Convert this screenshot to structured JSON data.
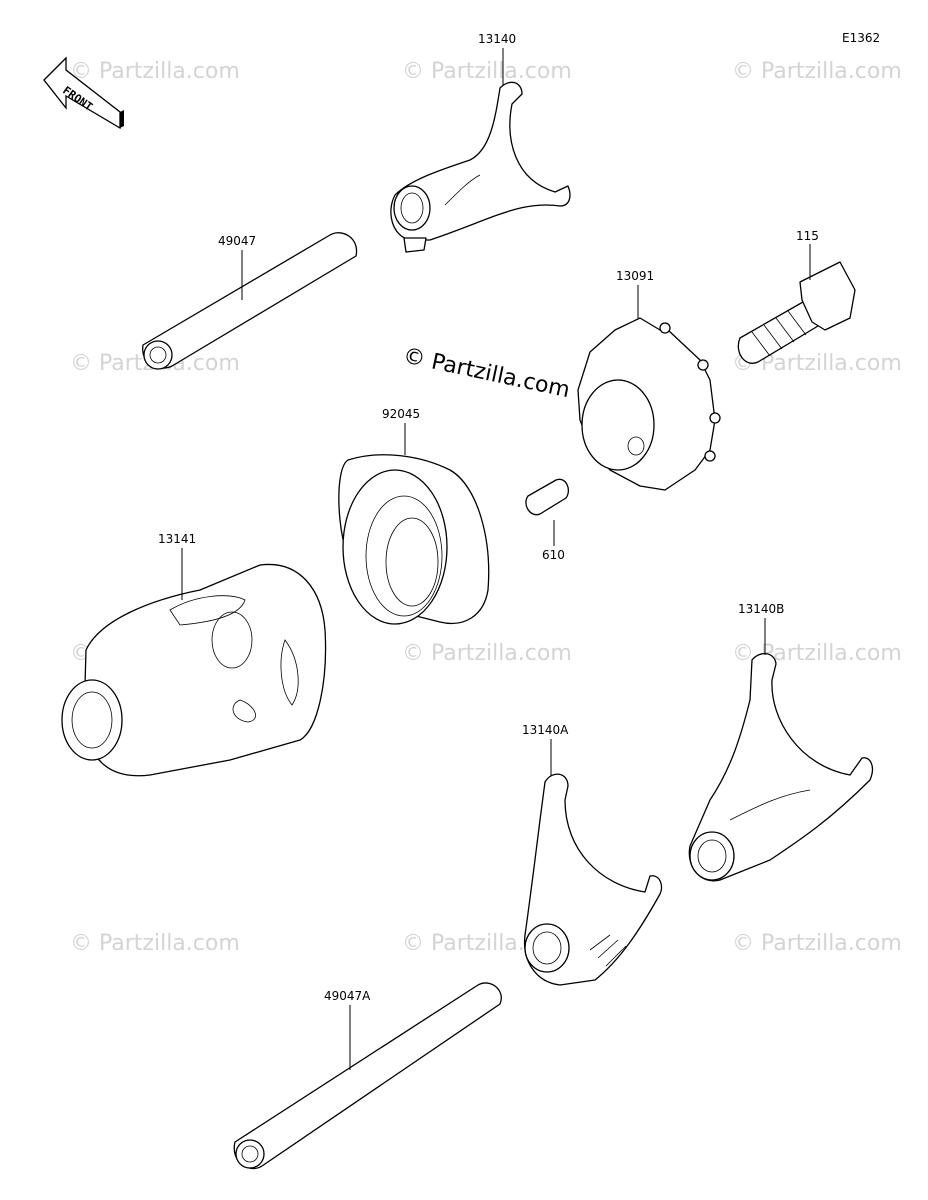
{
  "diagram": {
    "code": "E1362",
    "front_arrow": "FRONT",
    "watermark": "© Partzilla.com",
    "watermark_main": "© Partzilla.com"
  },
  "parts": [
    {
      "number": "13140"
    },
    {
      "number": "49047"
    },
    {
      "number": "13091"
    },
    {
      "number": "115"
    },
    {
      "number": "92045"
    },
    {
      "number": "610"
    },
    {
      "number": "13141"
    },
    {
      "number": "13140B"
    },
    {
      "number": "13140A"
    },
    {
      "number": "49047A"
    }
  ]
}
